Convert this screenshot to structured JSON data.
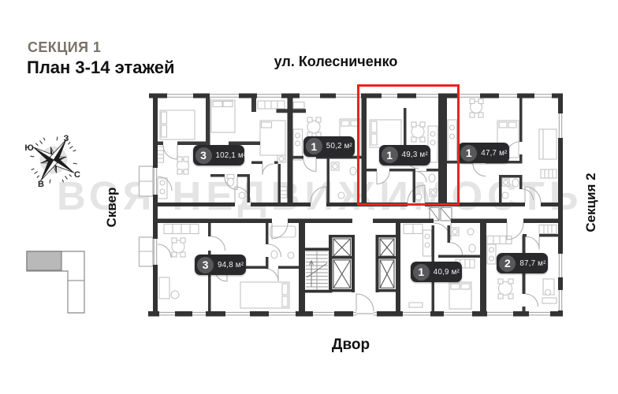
{
  "header": {
    "section_title": "СЕКЦИЯ 1",
    "plan_title": "План 3-14 этажей"
  },
  "surroundings": {
    "street_top": "ул. Колесниченко",
    "left": "Сквер",
    "bottom": "Двор",
    "right": "Секция 2"
  },
  "watermark": "ВСЯ НЕДВИЖИМОСТЬ",
  "compass": {
    "north": "С",
    "south": "Ю",
    "west": "З",
    "east": "В"
  },
  "apartments": [
    {
      "rooms": "3",
      "area": "102,1 м²",
      "highlighted": false
    },
    {
      "rooms": "1",
      "area": "50,2 м²",
      "highlighted": false
    },
    {
      "rooms": "1",
      "area": "49,3 м²",
      "highlighted": true
    },
    {
      "rooms": "1",
      "area": "47,7 м²",
      "highlighted": false
    },
    {
      "rooms": "3",
      "area": "94,8 м²",
      "highlighted": false
    },
    {
      "rooms": "1",
      "area": "40,9 м²",
      "highlighted": false
    },
    {
      "rooms": "2",
      "area": "87,7 м²",
      "highlighted": false
    }
  ],
  "colors": {
    "wall": "#333333",
    "partition": "#3a3a3a",
    "highlight": "#e42522",
    "badge_bg": "#29292c",
    "badge_circle": "#58585a",
    "watermark": "#e4e4e4",
    "section_title": "#7a7268",
    "furniture": "#c4c4c4"
  }
}
